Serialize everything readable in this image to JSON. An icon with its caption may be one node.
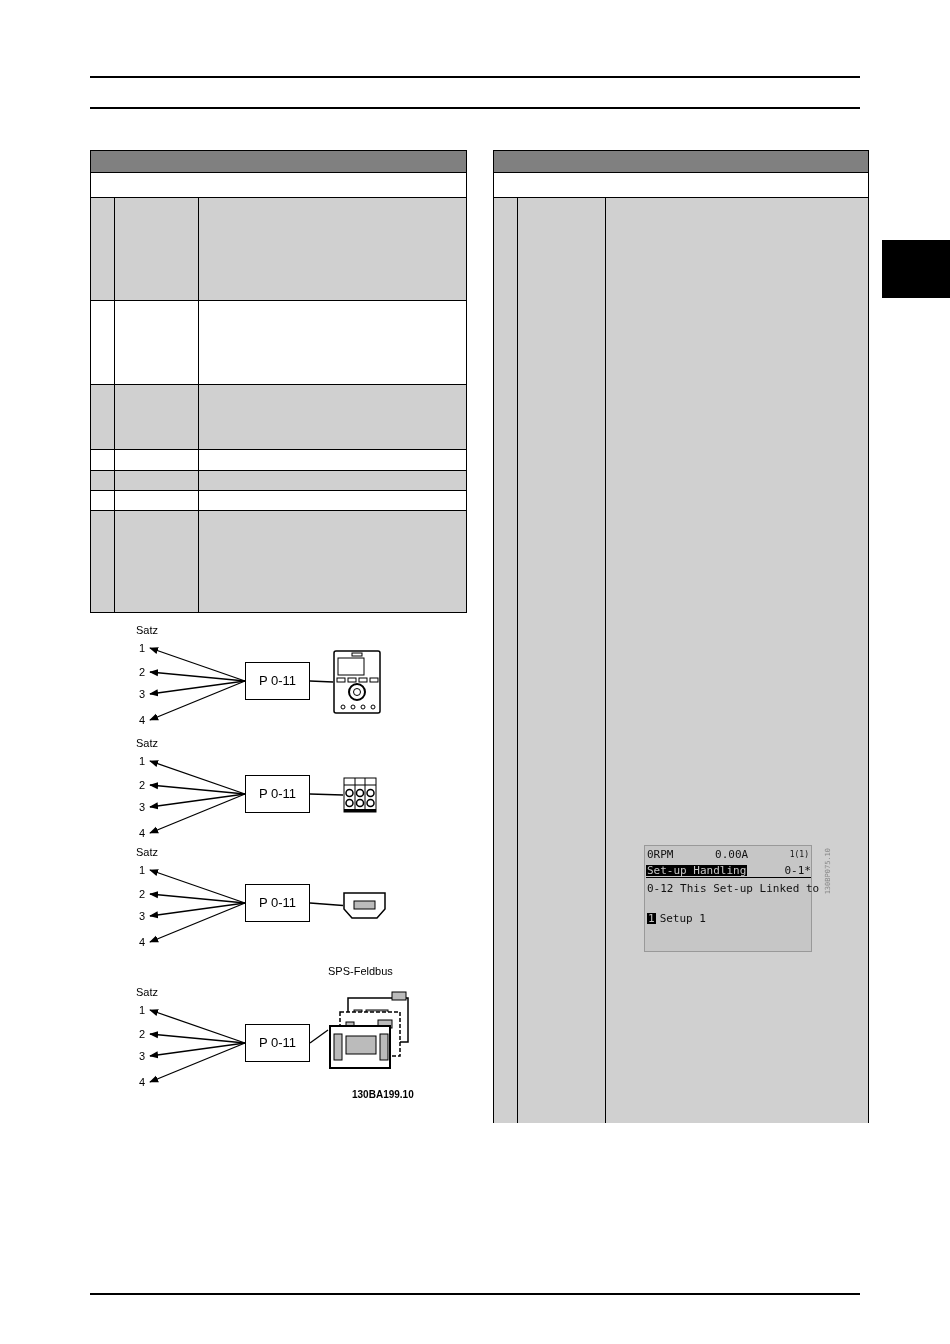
{
  "diagram": {
    "nodes": [
      {
        "text": [
          "1"
        ]
      },
      {
        "text": [
          "2"
        ]
      },
      {
        "text": [
          "3"
        ]
      },
      {
        "text": [
          "4"
        ]
      },
      {
        "text": [
          "P 0-11"
        ]
      },
      {
        "text": [],
        "shape": "picture"
      },
      {
        "text": [
          "1"
        ]
      },
      {
        "text": [
          "2"
        ]
      },
      {
        "text": [
          "3"
        ]
      },
      {
        "text": [
          "4"
        ]
      },
      {
        "text": [
          "P 0-11"
        ]
      },
      {
        "text": [],
        "shape": "picture"
      },
      {
        "text": [
          "1"
        ]
      },
      {
        "text": [
          "2"
        ]
      },
      {
        "text": [
          "3"
        ]
      },
      {
        "text": [
          "4"
        ]
      },
      {
        "text": [
          "P 0-11"
        ]
      },
      {
        "text": [],
        "shape": "picture"
      },
      {
        "text": [
          "1"
        ]
      },
      {
        "text": [
          "2"
        ]
      },
      {
        "text": [
          "3"
        ]
      },
      {
        "text": [
          "4"
        ]
      },
      {
        "text": [
          "P 0-11"
        ]
      },
      {
        "text": [],
        "shape": "picture",
        "beside": [
          "SPS-Feldbus"
        ]
      }
    ],
    "edges": [
      {
        "from": 4,
        "to": 0,
        "arrow": "to"
      },
      {
        "from": 4,
        "to": 1,
        "arrow": "to"
      },
      {
        "from": 4,
        "to": 2,
        "arrow": "to"
      },
      {
        "from": 4,
        "to": 3,
        "arrow": "to"
      },
      {
        "from": 4,
        "to": 5,
        "arrow": "none"
      },
      {
        "from": 10,
        "to": 6,
        "arrow": "to"
      },
      {
        "from": 10,
        "to": 7,
        "arrow": "to"
      },
      {
        "from": 10,
        "to": 8,
        "arrow": "to"
      },
      {
        "from": 10,
        "to": 9,
        "arrow": "to"
      },
      {
        "from": 10,
        "to": 11,
        "arrow": "none"
      },
      {
        "from": 16,
        "to": 12,
        "arrow": "to"
      },
      {
        "from": 16,
        "to": 13,
        "arrow": "to"
      },
      {
        "from": 16,
        "to": 14,
        "arrow": "to"
      },
      {
        "from": 16,
        "to": 15,
        "arrow": "to"
      },
      {
        "from": 16,
        "to": 17,
        "arrow": "none"
      },
      {
        "from": 22,
        "to": 18,
        "arrow": "to"
      },
      {
        "from": 22,
        "to": 19,
        "arrow": "to"
      },
      {
        "from": 22,
        "to": 20,
        "arrow": "to"
      },
      {
        "from": 22,
        "to": 21,
        "arrow": "to"
      },
      {
        "from": 22,
        "to": 23,
        "arrow": "none"
      }
    ],
    "labels": [
      "Satz",
      "Satz",
      "Satz",
      "Satz",
      "130BA199.10",
      "0RPM",
      "0.00A",
      "1(1)",
      "Set-up Handling",
      "0-1*",
      "0-12 This Set-up Linked to",
      "1",
      "Setup 1",
      "130BP075.10"
    ]
  }
}
